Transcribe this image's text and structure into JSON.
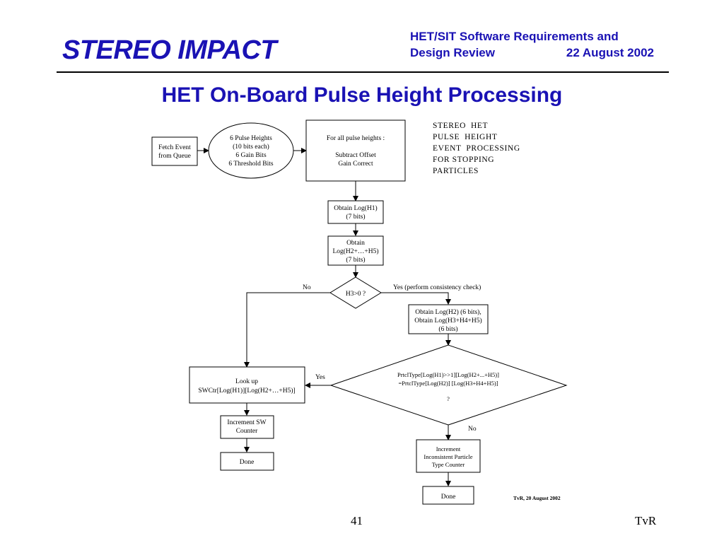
{
  "header": {
    "brand": "STEREO IMPACT",
    "meeting_line1": "HET/SIT Software Requirements and",
    "meeting_line2": "Design Review",
    "date": "22 August 2002"
  },
  "slide_title": "HET On-Board Pulse Height Processing",
  "side_title": [
    "STEREO  HET",
    "PULSE  HEIGHT",
    "EVENT  PROCESSING",
    "FOR STOPPING",
    "PARTICLES"
  ],
  "flow": {
    "fetch": [
      "Fetch Event",
      "from Queue"
    ],
    "pulse_heights": [
      "6 Pulse Heights",
      "(10 bits each)",
      "6 Gain Bits",
      "6 Threshold Bits"
    ],
    "for_all": [
      "For all pulse heights :",
      "",
      "Subtract Offset",
      "Gain Correct"
    ],
    "obtain_h1": [
      "Obtain Log(H1)",
      "(7 bits)"
    ],
    "obtain_h2h5": [
      "Obtain",
      "Log(H2+…+H5)",
      "(7 bits)"
    ],
    "decision_h3": "H3>0 ?",
    "label_no_h3": "No",
    "label_yes_h3": "Yes (perform consistency check)",
    "obtain_h2_h345": [
      "Obtain Log(H2)  (6 bits),",
      "Obtain Log(H3+H4+H5)",
      "(6 bits)"
    ],
    "decision_prtcl": [
      "PrtclType[Log(H1)>>1][Log(H2+...+H5)]",
      "=PrtclType[Log(H2)] [Log(H3+H4+H5)]",
      "",
      "?"
    ],
    "label_yes_prtcl": "Yes",
    "label_no_prtcl": "No",
    "lookup": [
      "Look up",
      "SWCtr[Log(H1)][Log(H2+…+H5)]"
    ],
    "increment_sw": [
      "Increment SW",
      "Counter"
    ],
    "done_left": "Done",
    "increment_inconsistent": [
      "Increment",
      "Inconsistent Particle",
      "Type Counter"
    ],
    "done_right": "Done",
    "signature": "TvR, 20 August 2002"
  },
  "footer": {
    "slide_number": "41",
    "author": "TvR"
  }
}
